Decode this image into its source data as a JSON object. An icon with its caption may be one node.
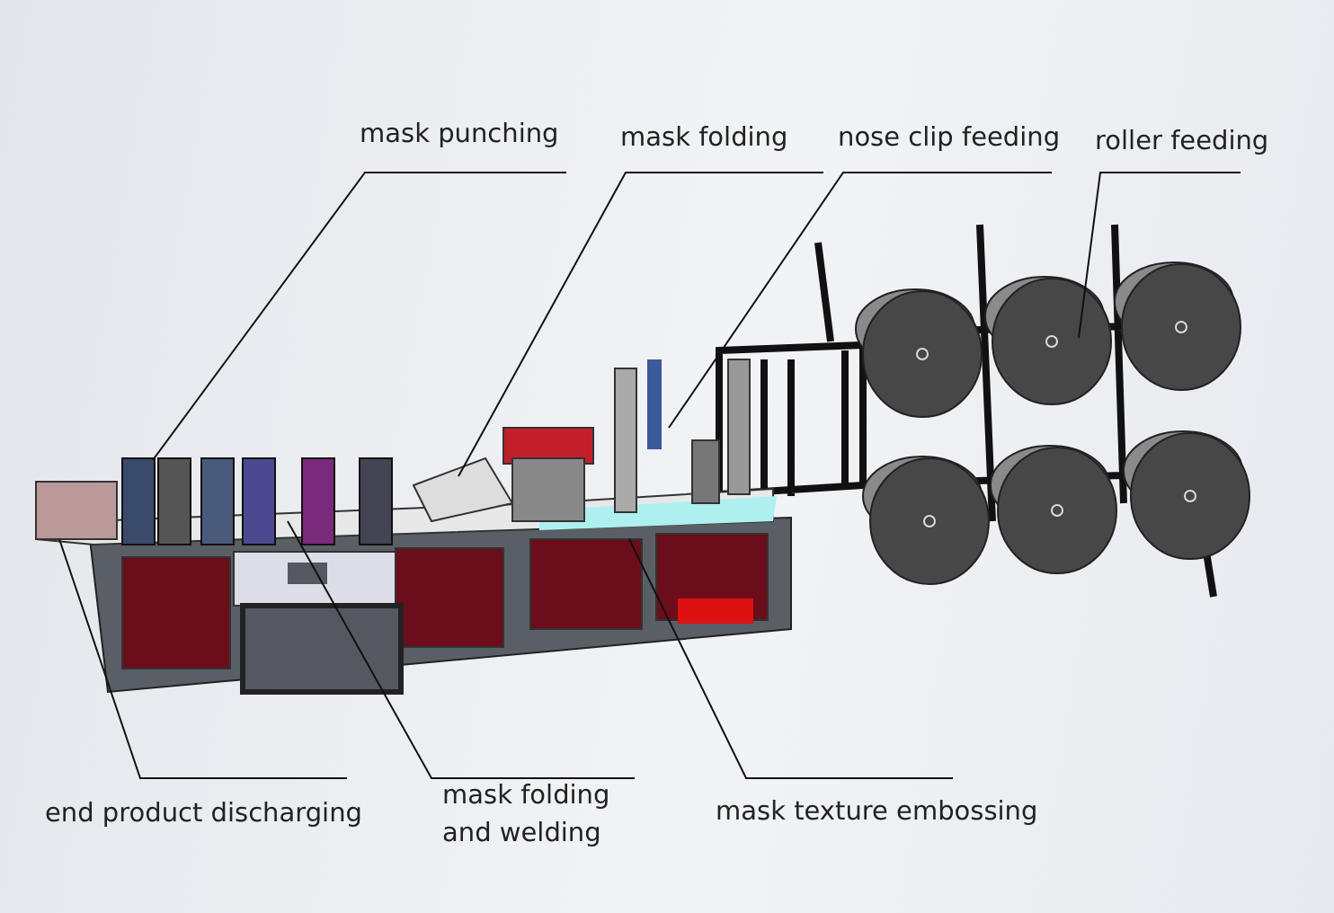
{
  "diagram": {
    "nodes": [
      {
        "text": [
          "mask punching"
        ]
      },
      {
        "text": [
          "mask folding"
        ]
      },
      {
        "text": [
          "nose clip feeding"
        ]
      },
      {
        "text": [
          "roller feeding"
        ]
      },
      {
        "text": [
          "end product discharging"
        ]
      },
      {
        "text": [
          "mask folding and welding"
        ]
      },
      {
        "text": [
          "mask texture embossing"
        ]
      }
    ],
    "edges": [
      {
        "from": 0,
        "to": null,
        "arrow": "none"
      },
      {
        "from": 1,
        "to": null,
        "arrow": "none"
      },
      {
        "from": 2,
        "to": null,
        "arrow": "none"
      },
      {
        "from": 3,
        "to": null,
        "arrow": "none"
      },
      {
        "from": 4,
        "to": null,
        "arrow": "none"
      },
      {
        "from": 5,
        "to": null,
        "arrow": "none"
      },
      {
        "from": 6,
        "to": null,
        "arrow": "none"
      }
    ]
  }
}
